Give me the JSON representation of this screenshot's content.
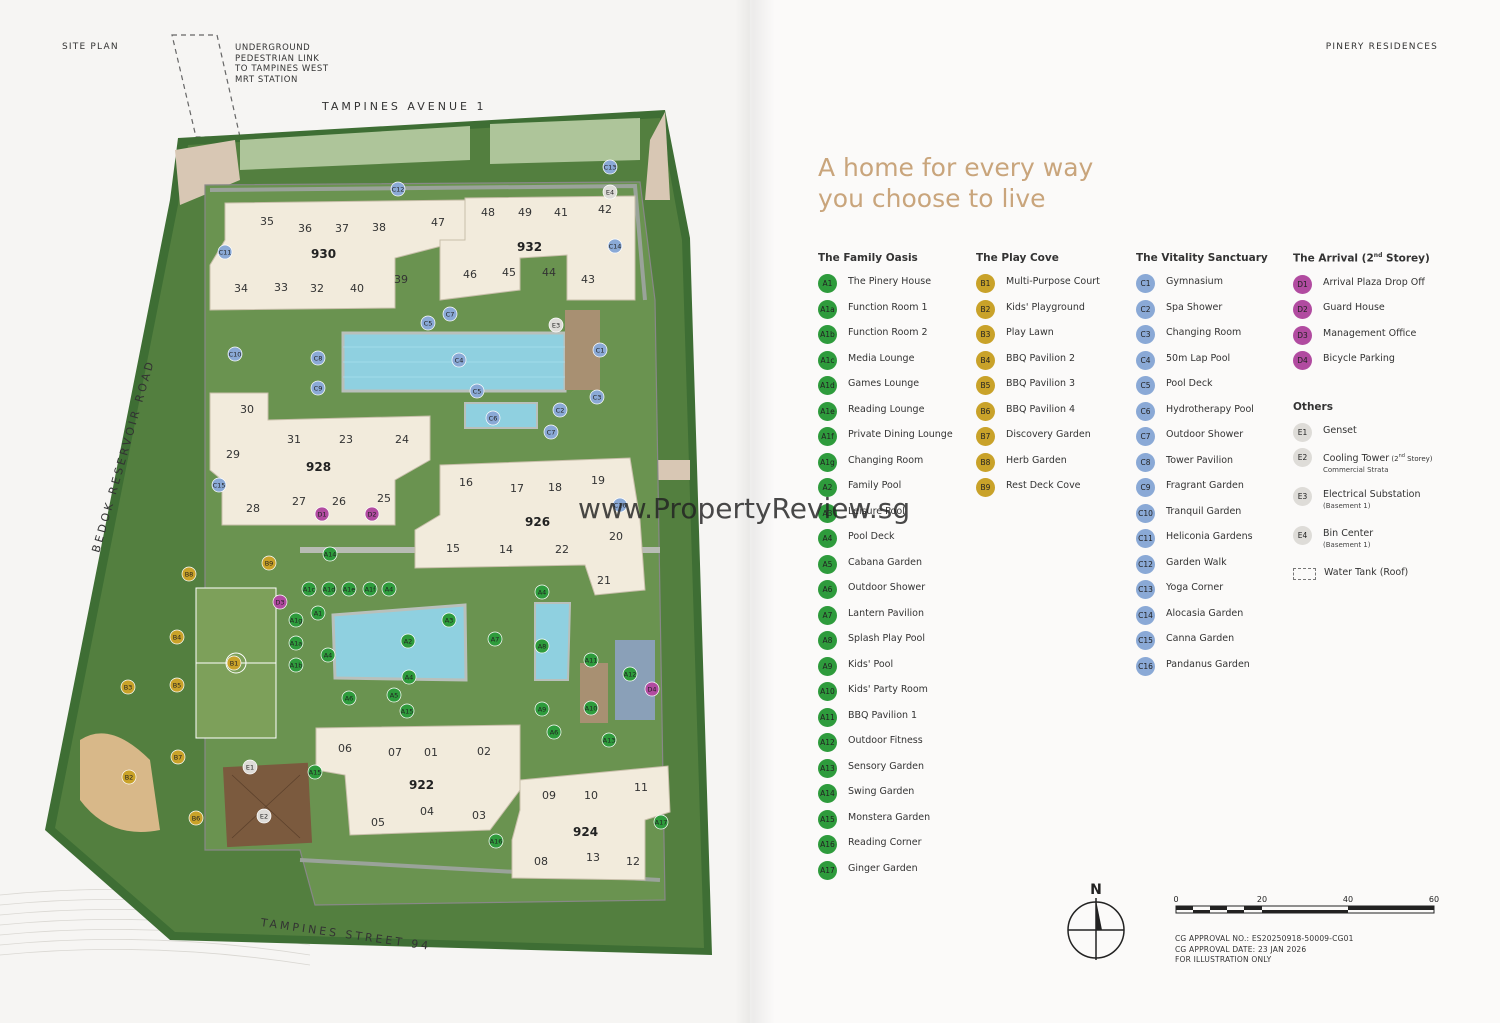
{
  "header": {
    "site_plan": "SITE PLAN",
    "underground": [
      "UNDERGROUND",
      "PEDESTRIAN LINK",
      "TO TAMPINES WEST",
      "MRT STATION"
    ],
    "brand": "PINERY RESIDENCES"
  },
  "roads": {
    "tampines_ave": "TAMPINES AVENUE 1",
    "bedok": "BEDOK RESERVOIR ROAD",
    "street94": "TAMPINES STREET 94"
  },
  "colors": {
    "A": "#2e9b3c",
    "B": "#c9a229",
    "C": "#8aa9d6",
    "D": "#b14ba0",
    "E": "#dedcd8",
    "headline": "#c9a57c"
  },
  "blocks": {
    "names": [
      "930",
      "932",
      "928",
      "926",
      "922",
      "924"
    ],
    "units": [
      "35",
      "36",
      "37",
      "38",
      "47",
      "48",
      "49",
      "41",
      "42",
      "34",
      "33",
      "32",
      "40",
      "39",
      "46",
      "45",
      "44",
      "43",
      "30",
      "29",
      "31",
      "23",
      "24",
      "28",
      "27",
      "26",
      "25",
      "16",
      "17",
      "18",
      "19",
      "15",
      "14",
      "22",
      "20",
      "21",
      "06",
      "07",
      "01",
      "02",
      "05",
      "04",
      "03",
      "09",
      "10",
      "11",
      "08",
      "13",
      "12"
    ]
  },
  "map_markers": [
    "C13",
    "C12",
    "E4",
    "C11",
    "C14",
    "C5",
    "C7",
    "E3",
    "C10",
    "C8",
    "C1",
    "C4",
    "C9",
    "C5",
    "C3",
    "C6",
    "C2",
    "C7",
    "C15",
    "D1",
    "D2",
    "C16",
    "A14",
    "B8",
    "B9",
    "A1c",
    "A1d",
    "A1e",
    "A1f",
    "A4",
    "D3",
    "A1",
    "A3",
    "A1g",
    "A1a",
    "A2",
    "A7",
    "A4",
    "A8",
    "B4",
    "B1",
    "A1b",
    "A4",
    "A4",
    "A11",
    "A12",
    "D4",
    "B5",
    "B3",
    "A6",
    "A5",
    "A15",
    "A9",
    "A10",
    "A6",
    "A13",
    "E1",
    "B7",
    "B2",
    "A15",
    "E2",
    "B6",
    "A17",
    "A16"
  ],
  "headline": [
    "A home for every way",
    "you choose to live"
  ],
  "legend": {
    "family_oasis": {
      "title": "The Family Oasis",
      "items": [
        {
          "code": "A1",
          "label": "The Pinery House"
        },
        {
          "code": "A1a",
          "label": "Function Room 1"
        },
        {
          "code": "A1b",
          "label": "Function Room 2"
        },
        {
          "code": "A1c",
          "label": "Media Lounge"
        },
        {
          "code": "A1d",
          "label": "Games Lounge"
        },
        {
          "code": "A1e",
          "label": "Reading Lounge"
        },
        {
          "code": "A1f",
          "label": "Private Dining Lounge"
        },
        {
          "code": "A1g",
          "label": "Changing Room"
        },
        {
          "code": "A2",
          "label": "Family Pool"
        },
        {
          "code": "A3",
          "label": "Leisure Pool"
        },
        {
          "code": "A4",
          "label": "Pool Deck"
        },
        {
          "code": "A5",
          "label": "Cabana Garden"
        },
        {
          "code": "A6",
          "label": "Outdoor Shower"
        },
        {
          "code": "A7",
          "label": "Lantern Pavilion"
        },
        {
          "code": "A8",
          "label": "Splash Play Pool"
        },
        {
          "code": "A9",
          "label": "Kids' Pool"
        },
        {
          "code": "A10",
          "label": "Kids' Party Room"
        },
        {
          "code": "A11",
          "label": "BBQ Pavilion 1"
        },
        {
          "code": "A12",
          "label": "Outdoor Fitness"
        },
        {
          "code": "A13",
          "label": "Sensory Garden"
        },
        {
          "code": "A14",
          "label": "Swing Garden"
        },
        {
          "code": "A15",
          "label": "Monstera Garden"
        },
        {
          "code": "A16",
          "label": "Reading Corner"
        },
        {
          "code": "A17",
          "label": "Ginger Garden"
        }
      ]
    },
    "play_cove": {
      "title": "The Play Cove",
      "items": [
        {
          "code": "B1",
          "label": "Multi-Purpose Court"
        },
        {
          "code": "B2",
          "label": "Kids' Playground"
        },
        {
          "code": "B3",
          "label": "Play Lawn"
        },
        {
          "code": "B4",
          "label": "BBQ Pavilion 2"
        },
        {
          "code": "B5",
          "label": "BBQ Pavilion 3"
        },
        {
          "code": "B6",
          "label": "BBQ Pavilion 4"
        },
        {
          "code": "B7",
          "label": "Discovery Garden"
        },
        {
          "code": "B8",
          "label": "Herb Garden"
        },
        {
          "code": "B9",
          "label": "Rest Deck Cove"
        }
      ]
    },
    "vitality": {
      "title": "The Vitality Sanctuary",
      "items": [
        {
          "code": "C1",
          "label": "Gymnasium"
        },
        {
          "code": "C2",
          "label": "Spa Shower"
        },
        {
          "code": "C3",
          "label": "Changing Room"
        },
        {
          "code": "C4",
          "label": "50m Lap Pool"
        },
        {
          "code": "C5",
          "label": "Pool Deck"
        },
        {
          "code": "C6",
          "label": "Hydrotherapy Pool"
        },
        {
          "code": "C7",
          "label": "Outdoor Shower"
        },
        {
          "code": "C8",
          "label": "Tower Pavilion"
        },
        {
          "code": "C9",
          "label": "Fragrant Garden"
        },
        {
          "code": "C10",
          "label": "Tranquil Garden"
        },
        {
          "code": "C11",
          "label": "Heliconia Gardens"
        },
        {
          "code": "C12",
          "label": "Garden Walk"
        },
        {
          "code": "C13",
          "label": "Yoga Corner"
        },
        {
          "code": "C14",
          "label": "Alocasia Garden"
        },
        {
          "code": "C15",
          "label": "Canna Garden"
        },
        {
          "code": "C16",
          "label": "Pandanus Garden"
        }
      ]
    },
    "arrival": {
      "title_main": "The Arrival (2",
      "title_sup": "nd",
      "title_end": " Storey)",
      "items": [
        {
          "code": "D1",
          "label": "Arrival Plaza Drop Off"
        },
        {
          "code": "D2",
          "label": "Guard House"
        },
        {
          "code": "D3",
          "label": "Management Office"
        },
        {
          "code": "D4",
          "label": "Bicycle Parking"
        }
      ]
    },
    "others": {
      "title": "Others",
      "items": [
        {
          "code": "E1",
          "label": "Genset",
          "sub": ""
        },
        {
          "code": "E2",
          "label": "Cooling Tower",
          "sup_pre": " (2",
          "sup": "nd",
          "sup_post": " Storey)",
          "sub": "Commercial Strata"
        },
        {
          "code": "E3",
          "label": "Electrical Substation",
          "sub": "(Basement 1)"
        },
        {
          "code": "E4",
          "label": "Bin Center",
          "sub": "(Basement 1)"
        }
      ],
      "water_tank": "Water Tank (Roof)"
    }
  },
  "watermark": "www.PropertyReview.sg",
  "compass_label": "N",
  "scale": {
    "ticks": [
      "0",
      "20",
      "40",
      "60"
    ]
  },
  "approval": [
    "CG APPROVAL NO.: ES20250918-50009-CG01",
    "CG APPROVAL DATE: 23 JAN 2026",
    "FOR ILLUSTRATION ONLY"
  ]
}
